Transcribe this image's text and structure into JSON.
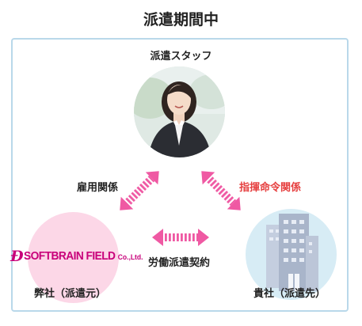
{
  "title": "派遣期間中",
  "staff": {
    "label": "派遣スタッフ"
  },
  "relations": {
    "employment": "雇用関係",
    "command": "指揮命令関係",
    "contract": "労働派遣契約"
  },
  "our_company": {
    "label": "弊社（派遣元）",
    "logo_main": "SOFTBRAIN FIELD",
    "logo_suffix": "Co.,Ltd."
  },
  "client_company": {
    "label": "貴社（派遣先）"
  },
  "colors": {
    "arrow": "#ef59a3",
    "command_text": "#e64040",
    "panel_border": "#b9d8ea",
    "left_circle": "#fcd7e7",
    "right_circle": "#d7ecf5",
    "logo": "#c8007a"
  }
}
